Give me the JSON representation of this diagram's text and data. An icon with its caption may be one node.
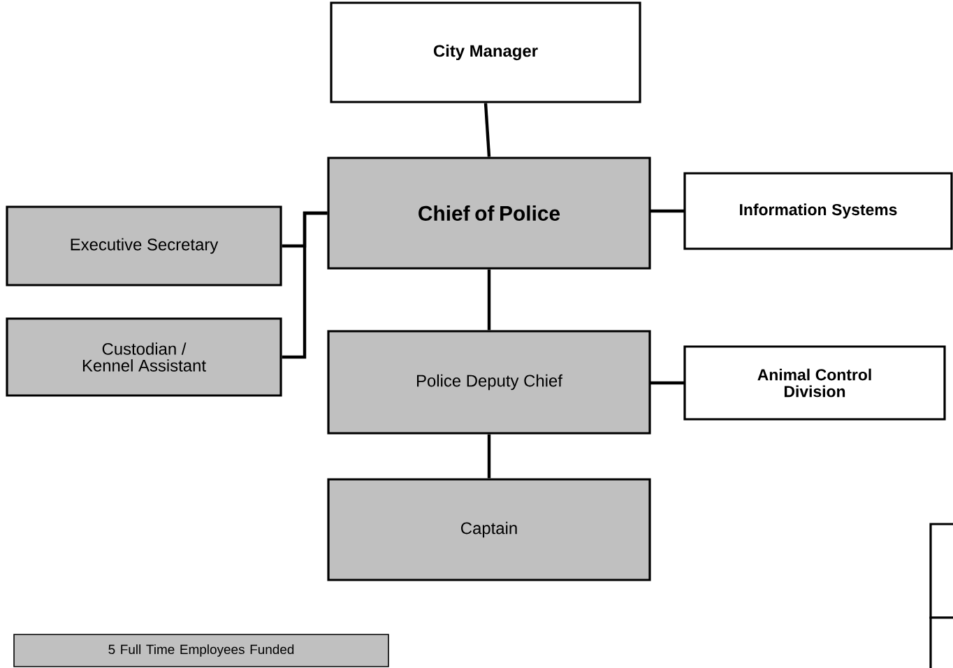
{
  "diagram": {
    "nodes": [
      {
        "text": [
          "City Manager"
        ]
      },
      {
        "text": [
          "Chief of Police"
        ]
      },
      {
        "text": [
          "Information Systems"
        ]
      },
      {
        "text": [
          "Executive Secretary"
        ]
      },
      {
        "text": [
          "Custodian / Kennel Assistant"
        ]
      },
      {
        "text": [
          "Police Deputy Chief"
        ]
      },
      {
        "text": [
          "Animal Control Division"
        ]
      },
      {
        "text": [
          "Captain"
        ]
      },
      {
        "text": [
          "5 Full Time Employees Funded"
        ]
      },
      {
        "text": [],
        "shape": "box"
      },
      {
        "text": [],
        "shape": "box"
      }
    ],
    "edges": [
      {
        "from": 0,
        "to": 1,
        "arrow": "none"
      },
      {
        "from": 1,
        "to": 2,
        "arrow": "none"
      },
      {
        "from": 1,
        "to": 3,
        "arrow": "none"
      },
      {
        "from": 1,
        "to": 4,
        "arrow": "none"
      },
      {
        "from": 1,
        "to": 5,
        "arrow": "none"
      },
      {
        "from": 5,
        "to": 6,
        "arrow": "none"
      },
      {
        "from": 5,
        "to": 7,
        "arrow": "none"
      }
    ]
  }
}
